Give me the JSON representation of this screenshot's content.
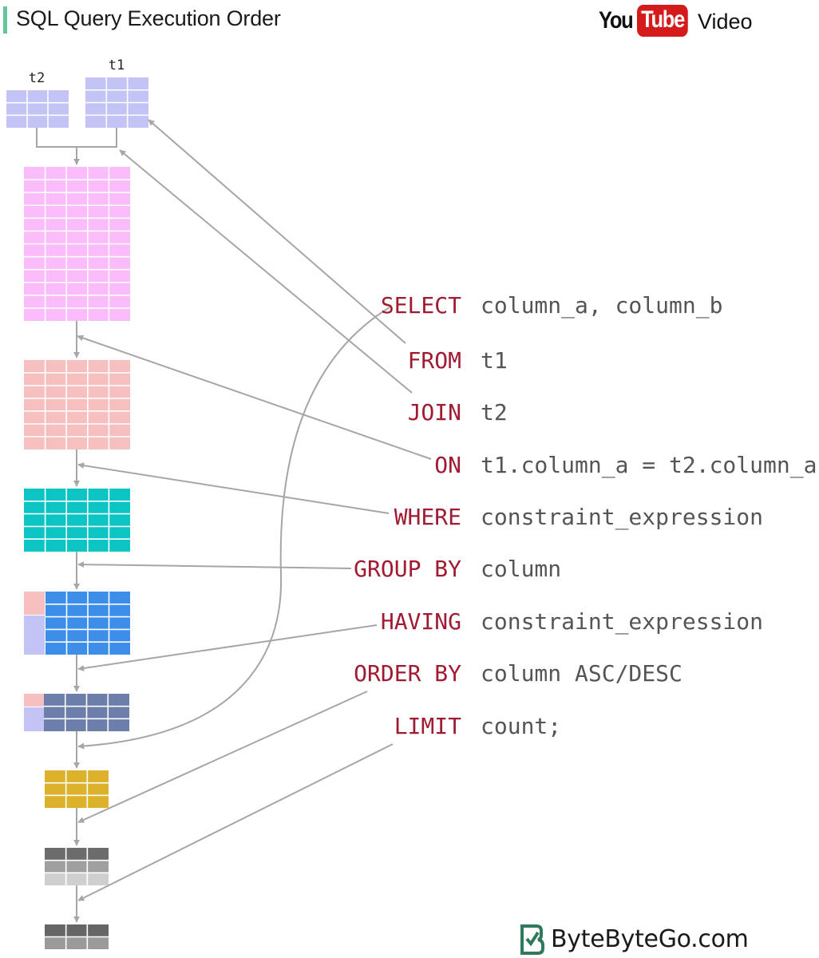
{
  "header": {
    "title": "SQL Query Execution Order",
    "youtube_you": "You",
    "youtube_tube": "Tube",
    "video_label": "Video"
  },
  "tables_labels": {
    "t2": "t2",
    "t1": "t1"
  },
  "clauses": [
    {
      "keyword": "SELECT",
      "argument": "column_a, column_b"
    },
    {
      "keyword": "FROM",
      "argument": "t1"
    },
    {
      "keyword": "JOIN",
      "argument": "t2"
    },
    {
      "keyword": "ON",
      "argument": "t1.column_a = t2.column_a"
    },
    {
      "keyword": "WHERE",
      "argument": "constraint_expression"
    },
    {
      "keyword": "GROUP BY",
      "argument": "column"
    },
    {
      "keyword": "HAVING",
      "argument": "constraint_expression"
    },
    {
      "keyword": "ORDER BY",
      "argument": "column ASC/DESC"
    },
    {
      "keyword": "LIMIT",
      "argument": "count;"
    }
  ],
  "brand": {
    "name": "ByteByteGo.com"
  },
  "colors": {
    "title_accent": "#64c79a",
    "keyword": "#a01b32",
    "argument": "#555555",
    "arrow": "#a6a6a6",
    "source_tables": "#c3c3f5",
    "join_result": "#fbbcfb",
    "on_result": "#f7c0c0",
    "where_result": "#0cc4c4",
    "group_result": "#3c8ee8",
    "having_result": "#6c7eaa",
    "select_result": "#dcb22c",
    "order_result": "#8e8e8e",
    "limit_result": "#6c6c6c"
  }
}
